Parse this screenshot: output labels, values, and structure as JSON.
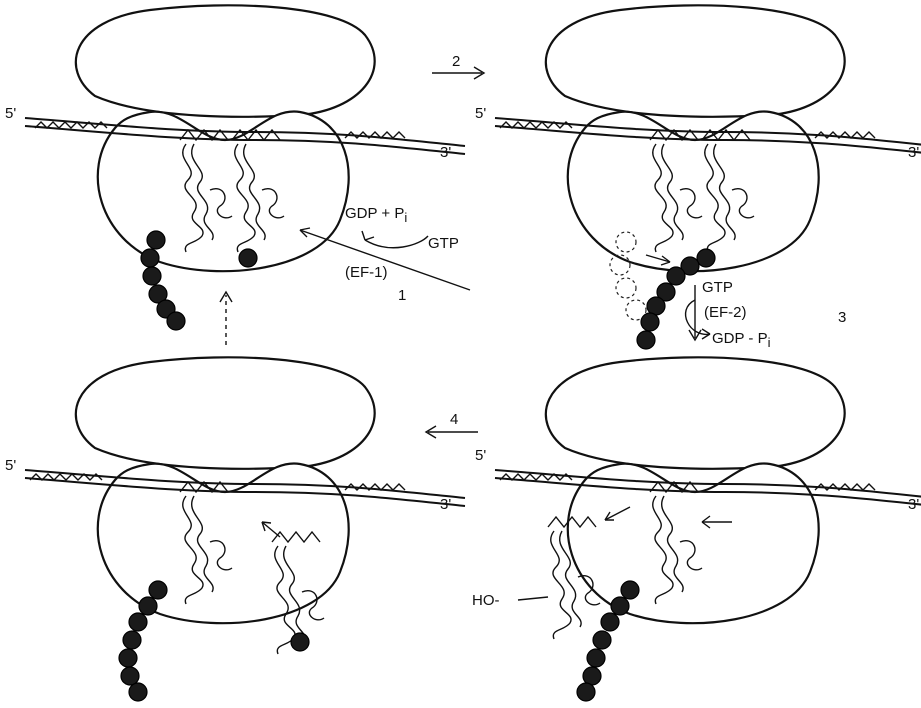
{
  "labels": {
    "five_prime": "5'",
    "three_prime": "3'",
    "gdp_pi": "GDP + P",
    "pi_sub": "i",
    "gtp": "GTP",
    "ef1": "(EF-1)",
    "ef2": "(EF-2)",
    "gdp_minus_pi": "GDP - P",
    "ho": "HO-"
  },
  "steps": {
    "s1": "1",
    "s2": "2",
    "s3": "3",
    "s4": "4"
  },
  "colors": {
    "line": "#111111",
    "bead": "#1a1a1a",
    "background": "#ffffff"
  }
}
